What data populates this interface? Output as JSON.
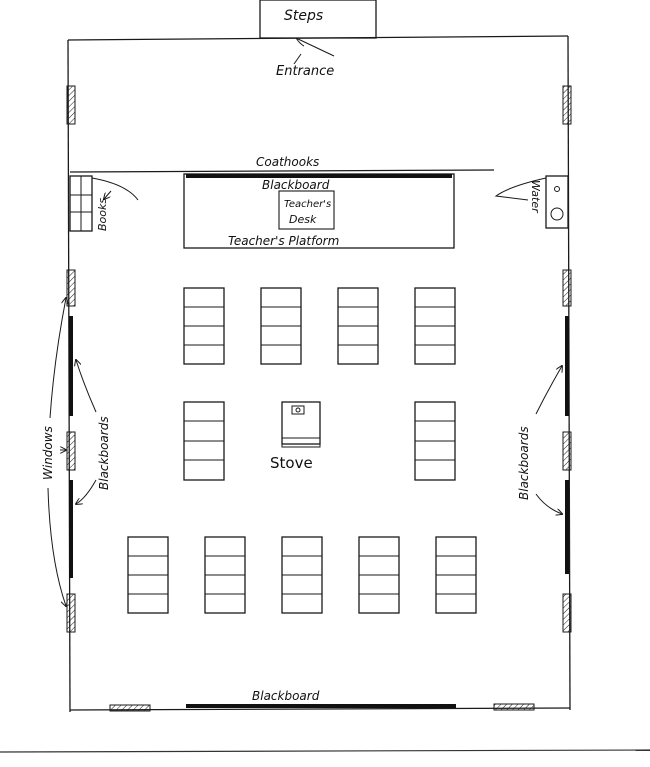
{
  "labels": {
    "steps": "Steps",
    "entrance": "Entrance",
    "coathooks": "Coathooks",
    "blackboard_top": "Blackboard",
    "teachers_desk_line1": "Teacher's",
    "teachers_desk_line2": "Desk",
    "teachers_platform": "Teacher's  Platform",
    "books": "Books",
    "water": "Water",
    "windows": "Windows",
    "blackboards_left": "Blackboards",
    "blackboards_right": "Blackboards",
    "stove": "Stove",
    "blackboard_bottom": "Blackboard"
  },
  "colors": {
    "ink": "#1a1a1a",
    "paper": "#ffffff"
  }
}
